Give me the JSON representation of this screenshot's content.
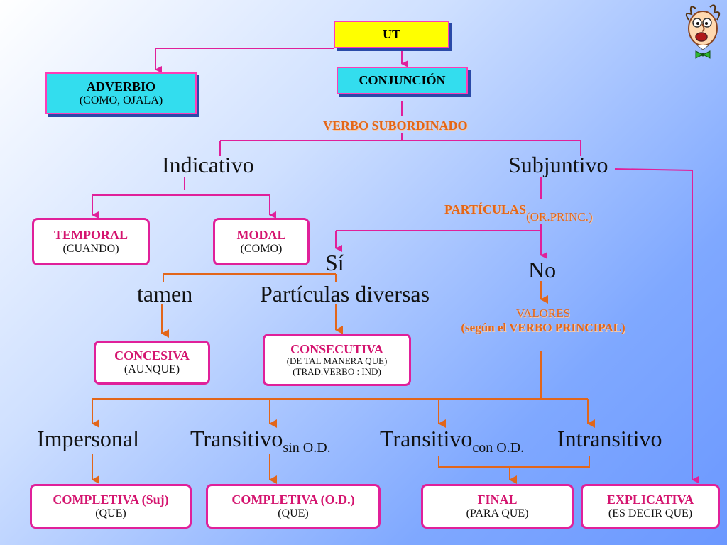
{
  "root": {
    "title": "UT"
  },
  "adverbio": {
    "title": "ADVERBIO",
    "sub": "(COMO, OJALA)"
  },
  "conjuncion": {
    "title": "CONJUNCIÓN"
  },
  "verbo_subordinado": "VERBO SUBORDINADO",
  "indicativo": "Indicativo",
  "subjuntivo": "Subjuntivo",
  "temporal": {
    "title": "TEMPORAL",
    "sub": "(CUANDO)"
  },
  "modal": {
    "title": "MODAL",
    "sub": "(COMO)"
  },
  "particulas": {
    "main": "PARTÍCULAS",
    "sub": "(OR.PRINC.)"
  },
  "si": "Sí",
  "no": "No",
  "tamen": "tamen",
  "particulas_diversas": "Partículas diversas",
  "valores": {
    "line1": "VALORES",
    "line2": "(según el VERBO PRINCIPAL)"
  },
  "concesiva": {
    "title": "CONCESIVA",
    "sub": "(AUNQUE)"
  },
  "consecutiva": {
    "title": "CONSECUTIVA",
    "sub1": "(DE TAL MANERA QUE)",
    "sub2": "(TRAD.VERBO : IND)"
  },
  "verbs": {
    "impersonal": "Impersonal",
    "transitivo_sin": {
      "main": "Transitivo",
      "sub": "sin O.D."
    },
    "transitivo_con": {
      "main": "Transitivo",
      "sub": "con O.D."
    },
    "intransitivo": "Intransitivo"
  },
  "completiva_suj": {
    "title": "COMPLETIVA (Suj)",
    "sub": "(QUE)"
  },
  "completiva_od": {
    "title": "COMPLETIVA (O.D.)",
    "sub": "(QUE)"
  },
  "final": {
    "title": "FINAL",
    "sub": "(PARA QUE)"
  },
  "explicativa": {
    "title": "EXPLICATIVA",
    "sub": "(ES DECIR QUE)"
  },
  "colors": {
    "magenta": "#e0209a",
    "orange": "#e2661a",
    "yellow_box": "#ffff00",
    "cyan_box": "#33ddee"
  },
  "icons": [
    "cartoon-face-icon"
  ]
}
